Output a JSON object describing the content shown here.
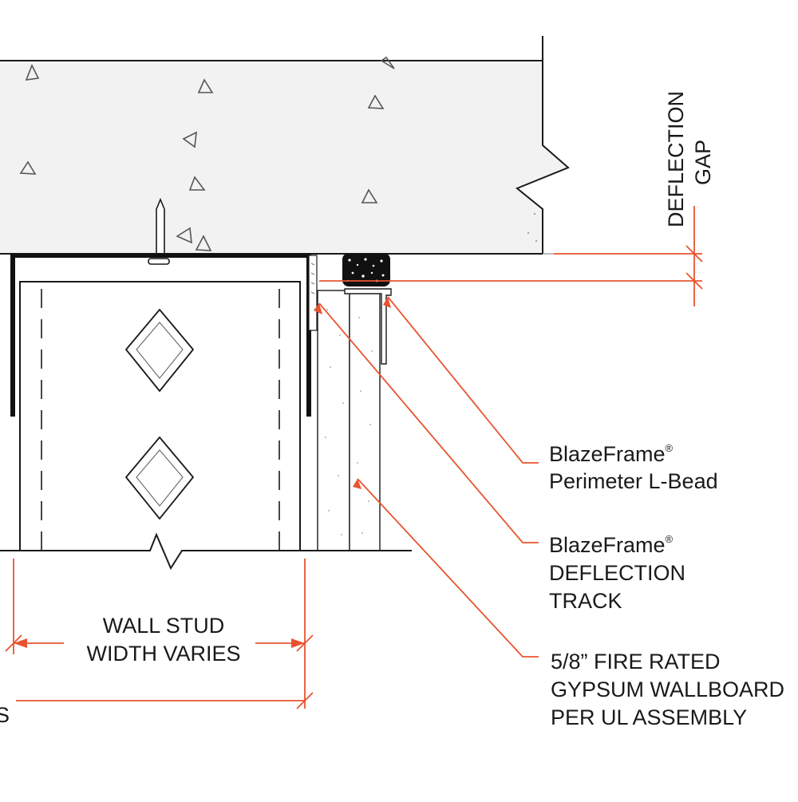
{
  "labels": {
    "deflection_gap": {
      "line1": "DEFLECTION",
      "line2": "GAP"
    },
    "l_bead": {
      "line1": "BlazeFrame",
      "mark": "®",
      "line2": "Perimeter L-Bead"
    },
    "track": {
      "line1": "BlazeFrame",
      "mark": "®",
      "line2": "DEFLECTION",
      "line3": "TRACK"
    },
    "gypsum": {
      "line1": "5/8” FIRE RATED",
      "line2": "GYPSUM WALLBOARD",
      "line3": "PER UL ASSEMBLY"
    },
    "stud_width": {
      "line1": "WALL STUD",
      "line2": "WIDTH VARIES"
    },
    "cut_off": "S"
  },
  "colors": {
    "ink": "#1a1a1a",
    "leader": "#e8542f",
    "concrete": "#f2f2f2",
    "sealant": "#111111"
  }
}
